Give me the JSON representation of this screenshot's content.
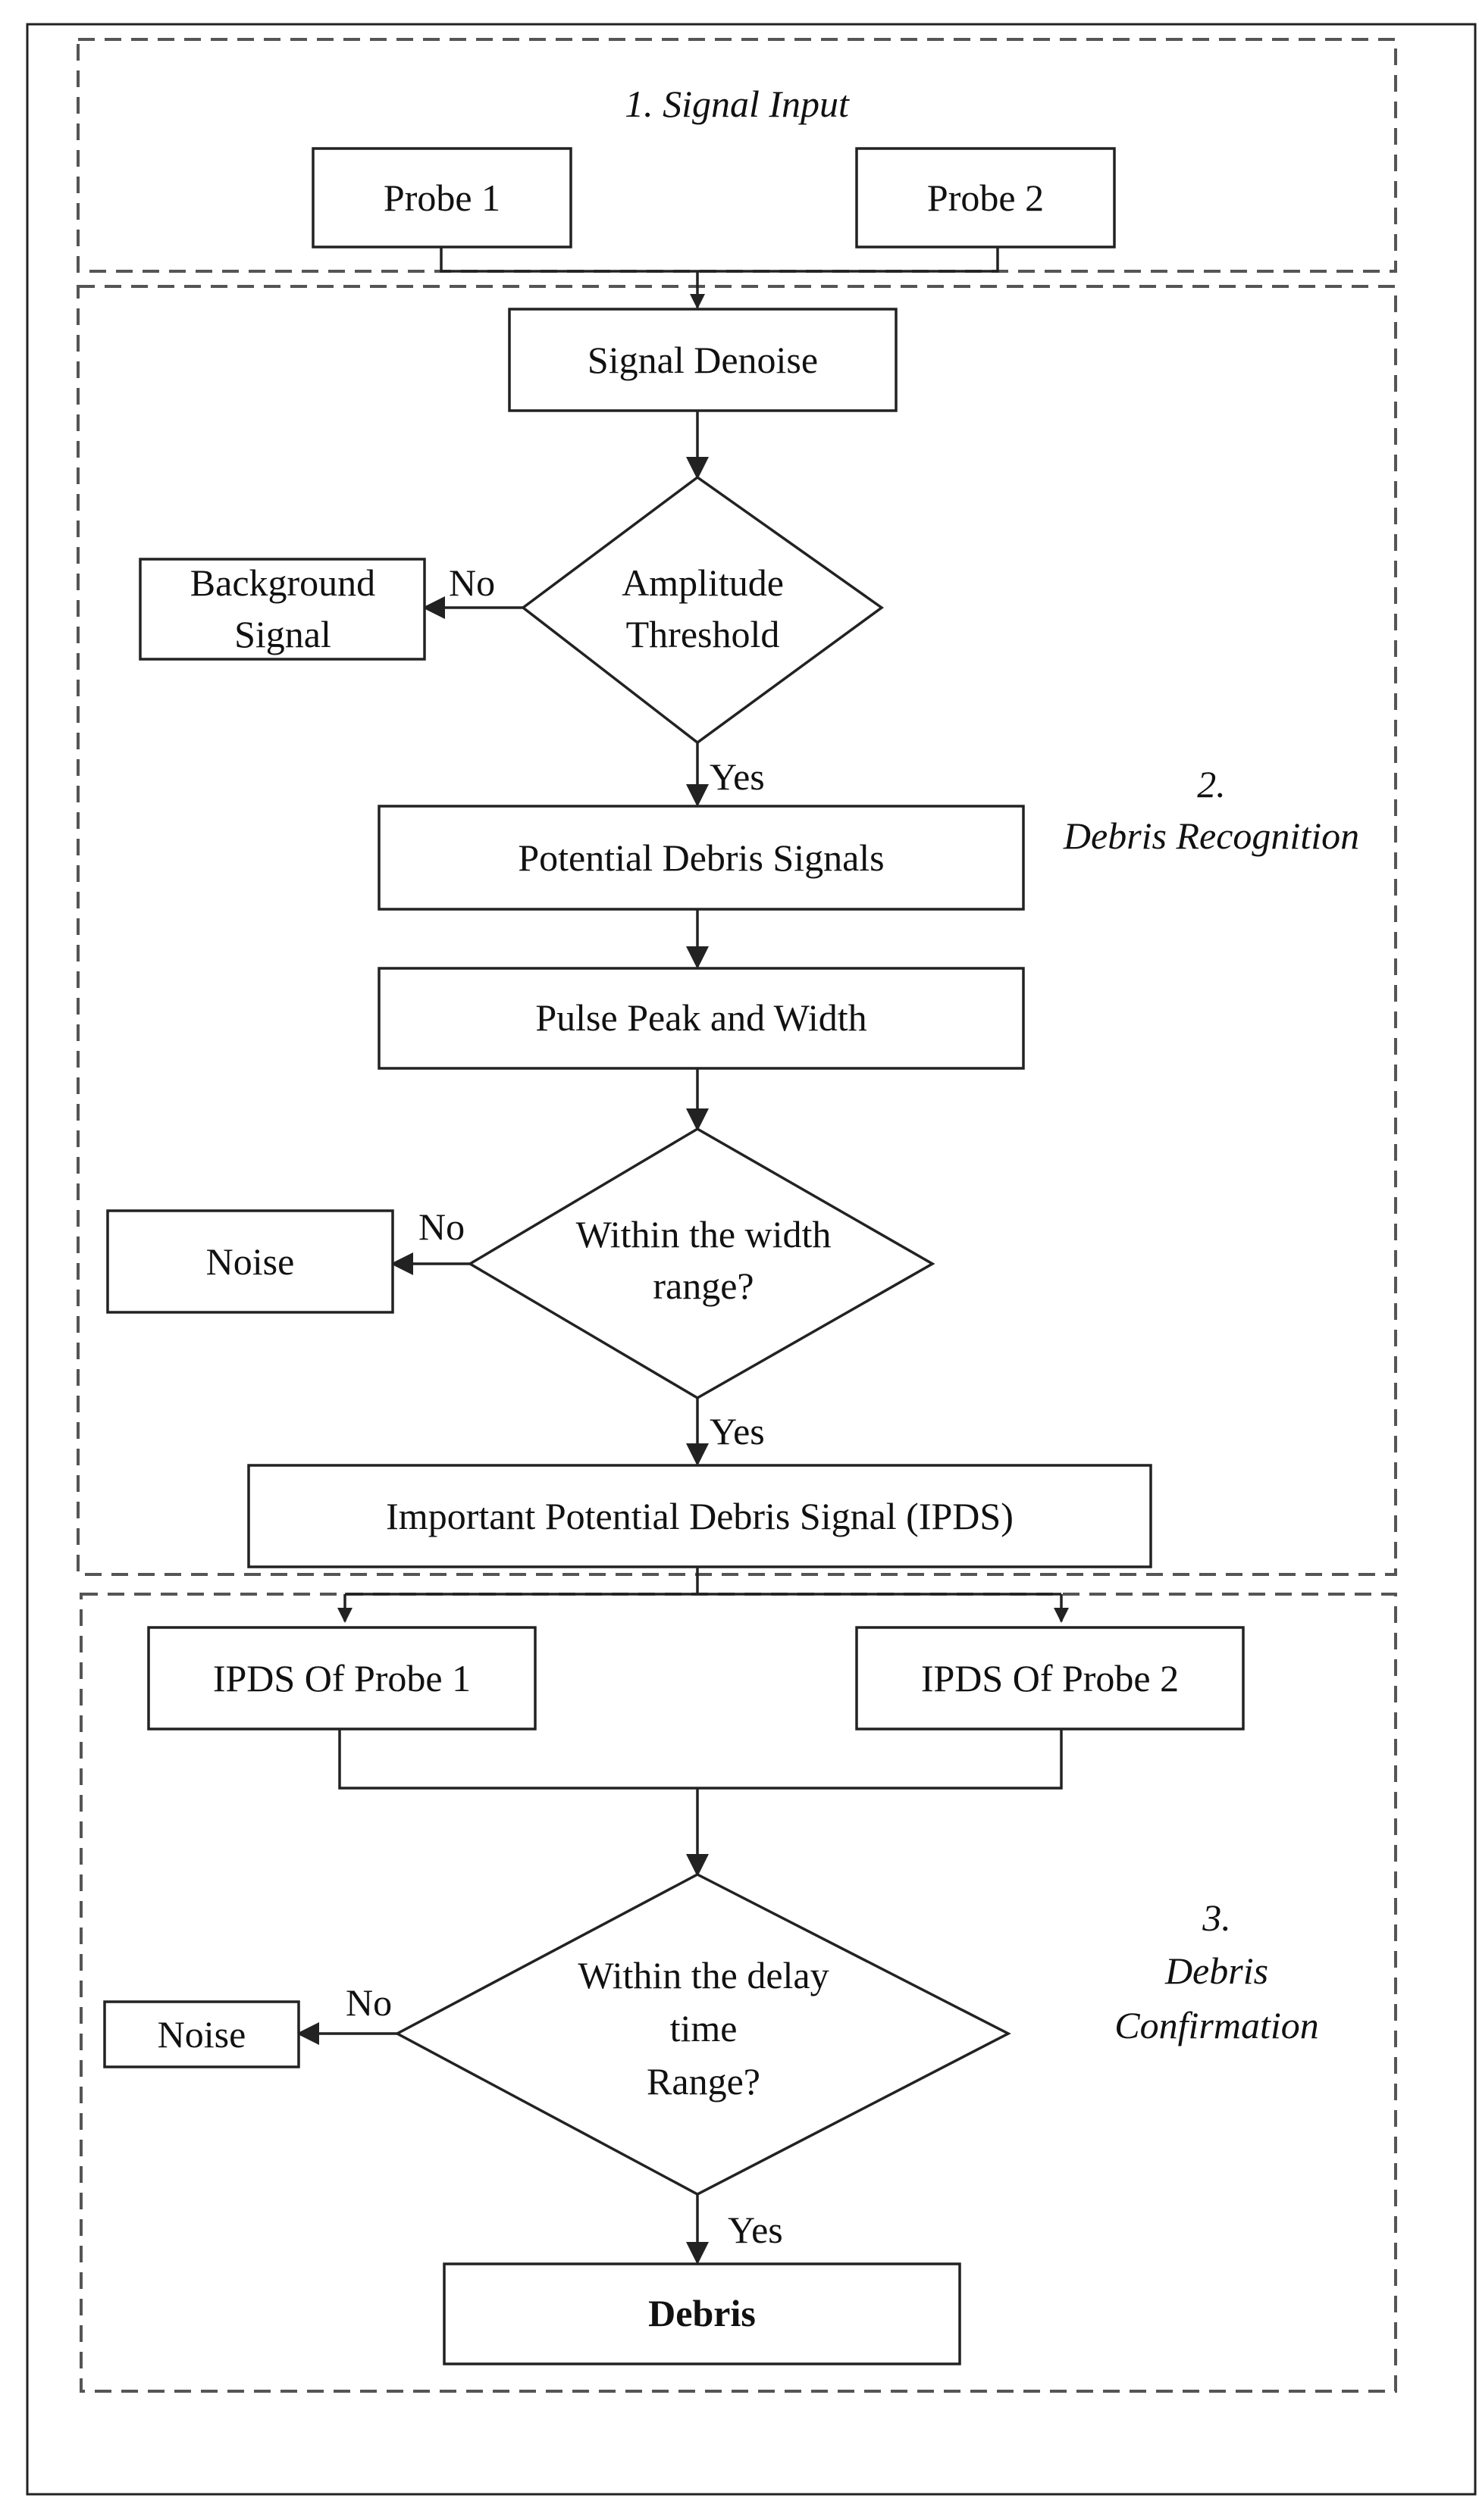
{
  "groups": {
    "signal_input": "1. Signal  Input",
    "debris_recognition_num": "2.",
    "debris_recognition": "Debris Recognition",
    "debris_confirmation_num": "3.",
    "debris_confirmation": "Debris",
    "debris_confirmation_2": "Confirmation"
  },
  "nodes": {
    "probe1": "Probe 1",
    "probe2": "Probe 2",
    "signal_denoise": "Signal Denoise",
    "background_signal_l1": "Background",
    "background_signal_l2": "Signal",
    "amplitude_threshold_l1": "Amplitude",
    "amplitude_threshold_l2": "Threshold",
    "potential_debris": "Potential Debris Signals",
    "pulse_peak": "Pulse Peak and Width",
    "noise1": "Noise",
    "width_range_l1": "Within the width",
    "width_range_l2": "range?",
    "ipds": "Important Potential Debris Signal (IPDS)",
    "ipds_probe1": "IPDS Of Probe 1",
    "ipds_probe2": "IPDS Of Probe 2",
    "noise2": "Noise",
    "delay_range_l1": "Within the delay",
    "delay_range_l2": "time",
    "delay_range_l3": "Range?",
    "debris": "Debris"
  },
  "edges": {
    "no_1": "No",
    "yes_1": "Yes",
    "no_2": "No",
    "yes_2": "Yes",
    "no_3": "No",
    "yes_3": "Yes"
  }
}
